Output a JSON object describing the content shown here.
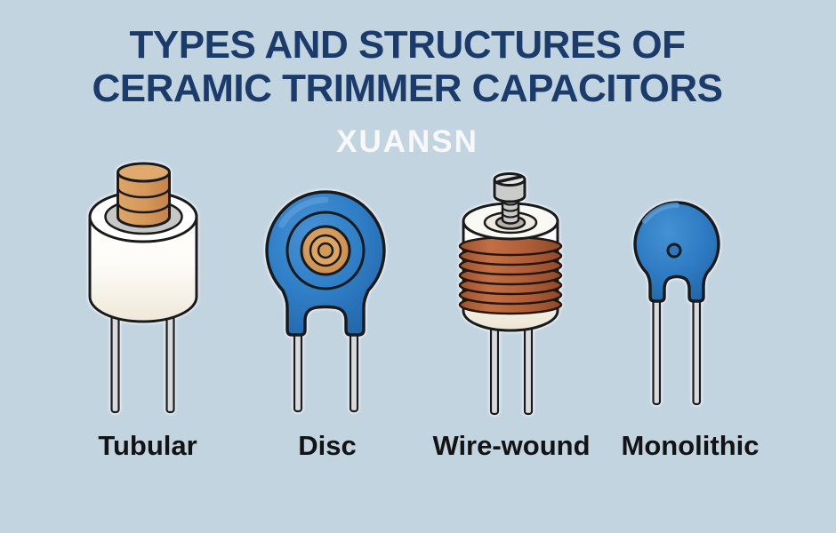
{
  "header": {
    "title_line1": "TYPES AND STRUCTURES OF",
    "title_line2": "CERAMIC TRIMMER CAPACITORS",
    "title_color": "#1b3c6b",
    "brand": "XUANSN",
    "brand_color": "#f6f8fa"
  },
  "capacitors": [
    {
      "label": "Tubular",
      "icon": "tubular-trimmer-capacitor-icon"
    },
    {
      "label": "Disc",
      "icon": "disc-trimmer-capacitor-icon"
    },
    {
      "label": "Wire-wound",
      "icon": "wire-wound-trimmer-capacitor-icon"
    },
    {
      "label": "Monolithic",
      "icon": "monolithic-trimmer-capacitor-icon"
    }
  ],
  "colors": {
    "background": "#c3d4e1",
    "outline": "#181a1c",
    "ceramic_white": "#fbf9f3",
    "rotor_tan": "#d6975a",
    "body_blue": "#2f7cc4",
    "coil_copper": "#b4613a",
    "metal_gray": "#cbcbc9",
    "lead_gray": "#d9dadb",
    "label_color": "#131313"
  }
}
